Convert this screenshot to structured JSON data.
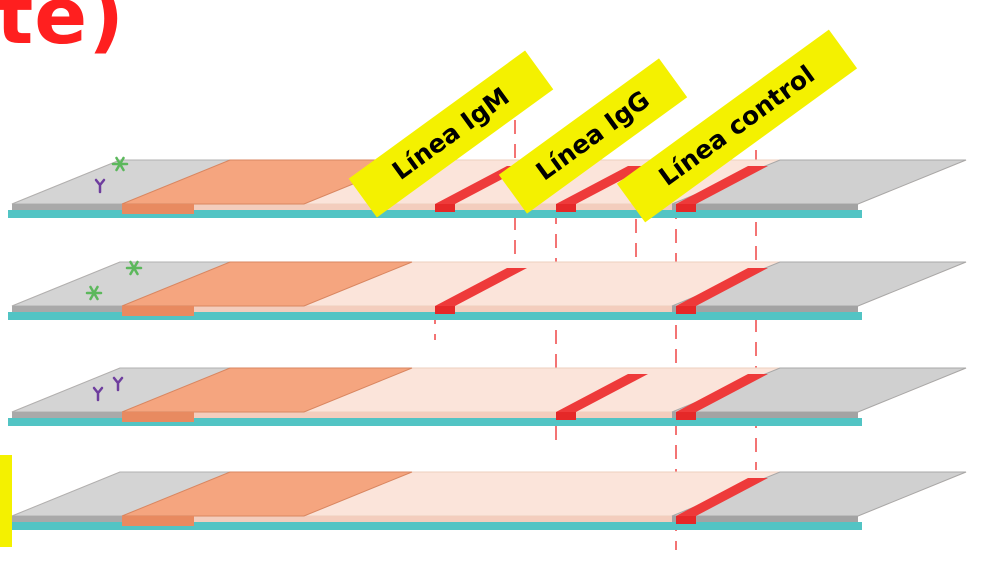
{
  "heading_fragment": "te)",
  "labels": {
    "igm": "Línea IgM",
    "igg": "Línea IgG",
    "control": "Línea control"
  },
  "strips": [
    {
      "sample_contents": "IgM and IgG antibodies",
      "igm_line": true,
      "igg_line": true,
      "control_line": true
    },
    {
      "sample_contents": "IgG antibodies only",
      "igm_line": true,
      "igg_line": false,
      "control_line": true
    },
    {
      "sample_contents": "IgM antibodies only",
      "igm_line": false,
      "igg_line": true,
      "control_line": true
    },
    {
      "sample_contents": "no antibodies",
      "igm_line": false,
      "igg_line": false,
      "control_line": true
    }
  ],
  "colors": {
    "heading": "#ff1f1f",
    "label_background": "#f4f100",
    "test_line": "#ee3a3a",
    "membrane": "#fbe4da",
    "conjugate_pad": "#f5a57f",
    "sample_pad": "#c5c5c5",
    "base": "#52c4c4",
    "antibody_y": "#6e3d9e",
    "antigen": "#5cb85c"
  }
}
